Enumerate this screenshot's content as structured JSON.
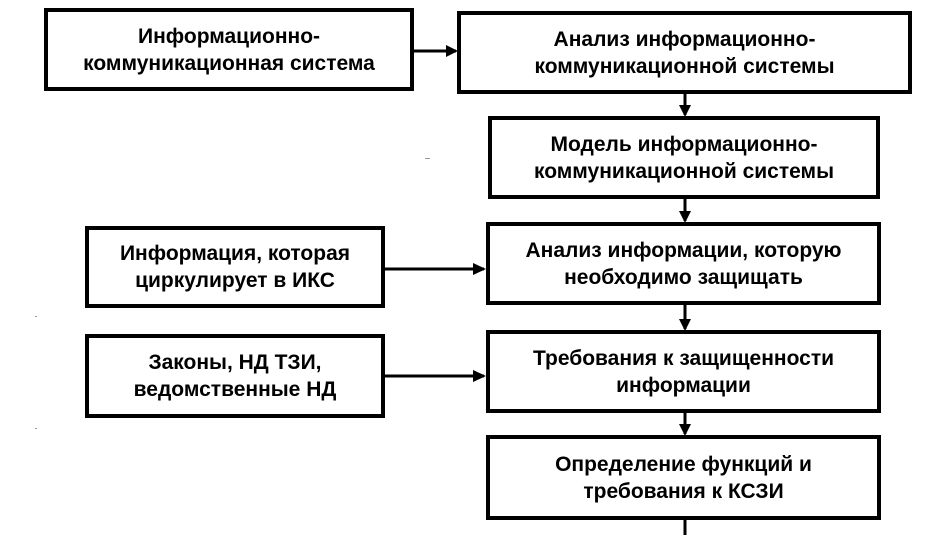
{
  "diagram": {
    "nodes": {
      "system": "Информационно-\nкоммуникационная система",
      "system_analysis": "Анализ информационно-\nкоммуникационной системы",
      "system_model": "Модель информационно-\nкоммуникационной системы",
      "circulating_info": "Информация, которая\nциркулирует в ИКС",
      "protected_info_analysis": "Анализ информации, которую\nнеобходимо защищать",
      "laws": "Законы, НД ТЗИ,\nведомственные НД",
      "protection_requirements": "Требования к защищенности\nинформации",
      "kszi_functions": "Определение функций и\nтребования к КСЗИ"
    },
    "colors": {
      "line": "#000000",
      "background": "#ffffff",
      "text": "#000000"
    }
  }
}
